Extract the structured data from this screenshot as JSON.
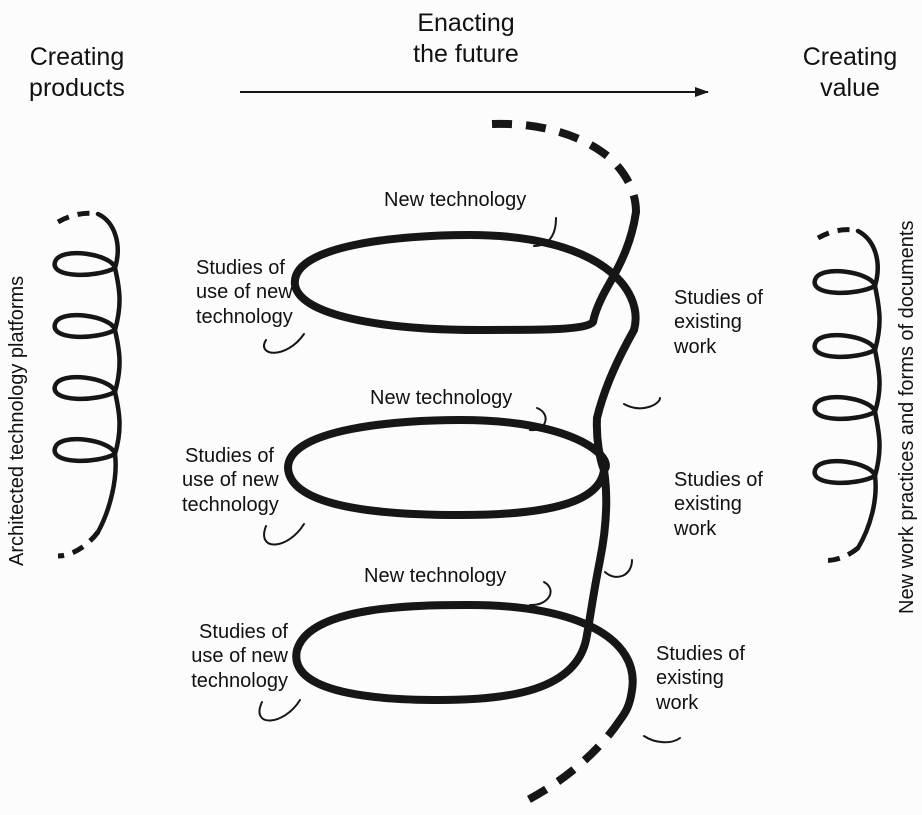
{
  "header": {
    "left": [
      "Creating",
      "products"
    ],
    "center": [
      "Enacting",
      "the future"
    ],
    "right": [
      "Creating",
      "value"
    ]
  },
  "side_labels": {
    "left": "Architected technology platforms",
    "right": "New work practices and forms of documents"
  },
  "loops": [
    {
      "new_technology": "New technology",
      "studies_of_use": [
        "Studies of",
        "use of new",
        "technology"
      ],
      "studies_of_existing": [
        "Studies of",
        "existing",
        "work"
      ]
    },
    {
      "new_technology": "New technology",
      "studies_of_use": [
        "Studies of",
        "use of new",
        "technology"
      ],
      "studies_of_existing": [
        "Studies of",
        "existing",
        "work"
      ]
    },
    {
      "new_technology": "New technology",
      "studies_of_use": [
        "Studies of",
        "use of new",
        "technology"
      ],
      "studies_of_existing": [
        "Studies of",
        "existing",
        "work"
      ]
    }
  ],
  "colors": {
    "ink": "#161616",
    "paper": "#fcfcfc"
  }
}
